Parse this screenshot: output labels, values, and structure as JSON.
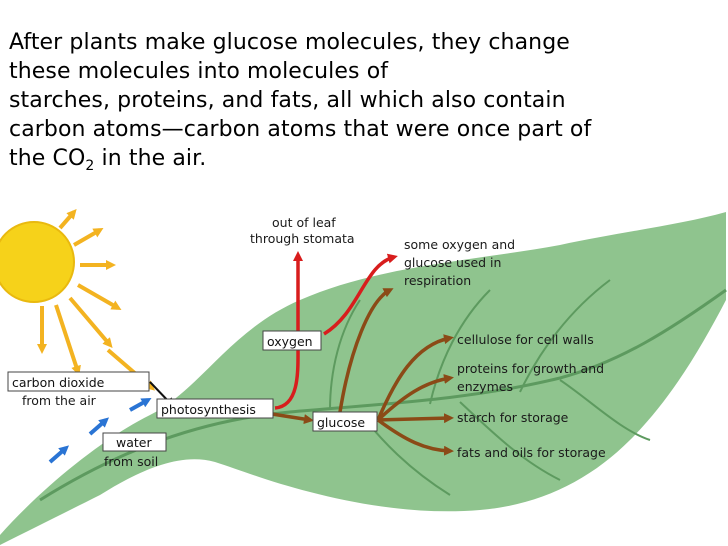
{
  "intro": {
    "line1": "After plants make glucose molecules, they change",
    "line2": "these molecules into molecules of",
    "line3": "starches, proteins, and fats, all which also contain",
    "line4": "carbon atoms—carbon atoms that were once part of",
    "line5_pre": "the CO",
    "line5_sub": "2",
    "line5_post": " in the air."
  },
  "diagram": {
    "out_of_leaf_1": "out of leaf",
    "out_of_leaf_2": "through stomata",
    "respiration_1": "some oxygen and",
    "respiration_2": "glucose used in",
    "respiration_3": "respiration",
    "oxygen": "oxygen",
    "glucose": "glucose",
    "photosynthesis": "photosynthesis",
    "carbon_dioxide_1": "carbon dioxide",
    "carbon_dioxide_2": "from the air",
    "water_1": "water",
    "water_2": "from soil",
    "product_cellulose": "cellulose for cell walls",
    "product_proteins_1": "proteins for growth and",
    "product_proteins_2": "enzymes",
    "product_starch": "starch for storage",
    "product_fats": "fats and oils for storage"
  },
  "colors": {
    "leaf": "#8fc48e",
    "leaf_vein": "#5d9a5f",
    "sun": "#f6d21a",
    "sun_ray": "#f3b321",
    "oxygen_arrow": "#d81d1d",
    "glucose_arrow": "#8b4a17",
    "water_arrow": "#2a74d4"
  }
}
